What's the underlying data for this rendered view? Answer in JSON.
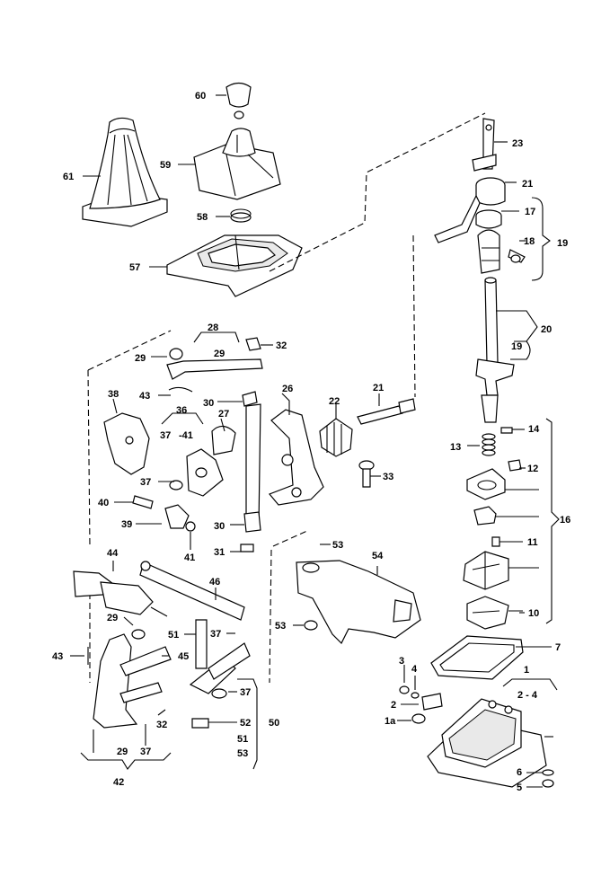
{
  "diagram": {
    "labels": {
      "l60": "60",
      "l61": "61",
      "l59": "59",
      "l58": "58",
      "l57": "57",
      "l23": "23",
      "l21a": "21",
      "l17": "17",
      "l18": "18",
      "l19a": "19",
      "l20": "20",
      "l19b": "19",
      "l28": "28",
      "l29a": "29",
      "l32a": "32",
      "l29b": "29",
      "l43a": "43",
      "l30a": "30",
      "l26": "26",
      "l21b": "21",
      "l22": "22",
      "l38": "38",
      "l36": "36",
      "l37a": "37",
      "l41a": "-41",
      "l27": "27",
      "l33": "33",
      "l14": "14",
      "l13": "13",
      "l12": "12",
      "l16": "16",
      "l37b": "37",
      "l40": "40",
      "l39": "39",
      "l30b": "30",
      "l41b": "41",
      "l31": "31",
      "l11": "11",
      "l53a": "53",
      "l54": "54",
      "l44": "44",
      "l46": "46",
      "l10": "10",
      "l29c": "29",
      "l51a": "51",
      "l37c": "37",
      "l53b": "53",
      "l43b": "43",
      "l45": "45",
      "l7": "7",
      "l3": "3",
      "l4": "4",
      "l1": "1",
      "l24": "2  - 4",
      "l2": "2",
      "l37d": "37",
      "l32b": "32",
      "l52": "52",
      "l50": "50",
      "l51b": "51",
      "l53c": "53",
      "l1a": "1a",
      "l29d": "29",
      "l37e": "37",
      "l42": "42",
      "l6": "6",
      "l5": "5"
    }
  }
}
